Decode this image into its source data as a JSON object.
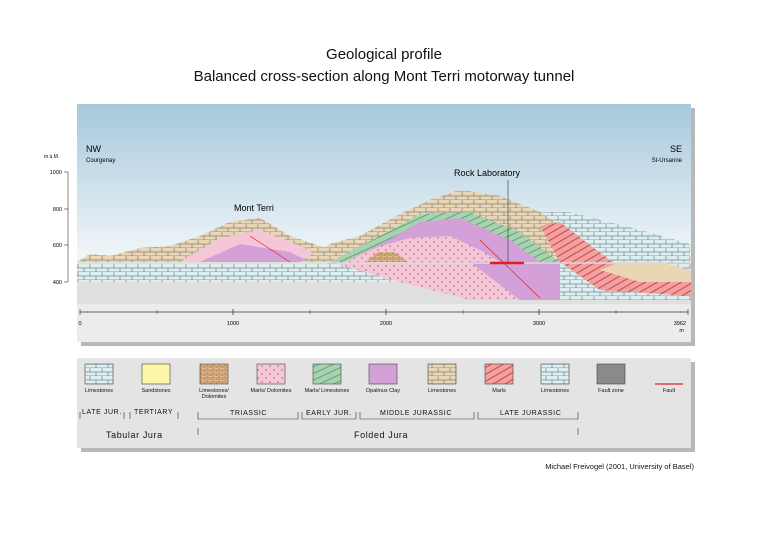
{
  "title": {
    "line1": "Geological profile",
    "line2": "Balanced cross-section along Mont Terri motorway tunnel"
  },
  "profile": {
    "nw_label": "NW",
    "nw_place": "Courgenay",
    "se_label": "SE",
    "se_place": "St-Ursanne",
    "y_unit": "m ü.M.",
    "y_ticks": [
      "1000",
      "800",
      "600",
      "400"
    ],
    "x_ticks": [
      "0",
      "1000",
      "2000",
      "3000",
      "3962"
    ],
    "x_unit": "m",
    "mont_terri": "Mont Terri",
    "rock_lab": "Rock Laboratory"
  },
  "legend": {
    "items": [
      {
        "label": "Limestones",
        "color": "#dbeef0",
        "pattern": "brick"
      },
      {
        "label": "Sandstones",
        "color": "#fbf6a8",
        "pattern": "none"
      },
      {
        "label": "Limestones/ Dolomites",
        "color": "#e6b98c",
        "pattern": "brick-small"
      },
      {
        "label": "Marls/ Dolomites",
        "color": "#f5c6d8",
        "pattern": "dots"
      },
      {
        "label": "Marls/ Limestones",
        "color": "#a6d4b2",
        "pattern": "lines"
      },
      {
        "label": "Opalinus Clay",
        "color": "#d3a0d8",
        "pattern": "none"
      },
      {
        "label": "Limestones",
        "color": "#e8d6b4",
        "pattern": "brick"
      },
      {
        "label": "Marls",
        "color": "#f3a0a0",
        "pattern": "lines"
      },
      {
        "label": "Limestones",
        "color": "#dbeef0",
        "pattern": "brick"
      },
      {
        "label": "Fault zone",
        "color": "#8a8a8a",
        "pattern": "none"
      },
      {
        "label": "Fault",
        "color": "#e02020",
        "pattern": "line"
      }
    ],
    "ages": {
      "late_jur": "LATE JUR.",
      "tertiary": "TERTIARY",
      "triassic": "TRIASSIC",
      "early_jur": "EARLY JUR.",
      "middle_jur": "MIDDLE JURASSIC",
      "late_jurassic": "LATE JURASSIC"
    },
    "groups": {
      "tabular": "Tabular Jura",
      "folded": "Folded Jura"
    }
  },
  "credit": "Michael Freivogel (2001, University of Basel)"
}
